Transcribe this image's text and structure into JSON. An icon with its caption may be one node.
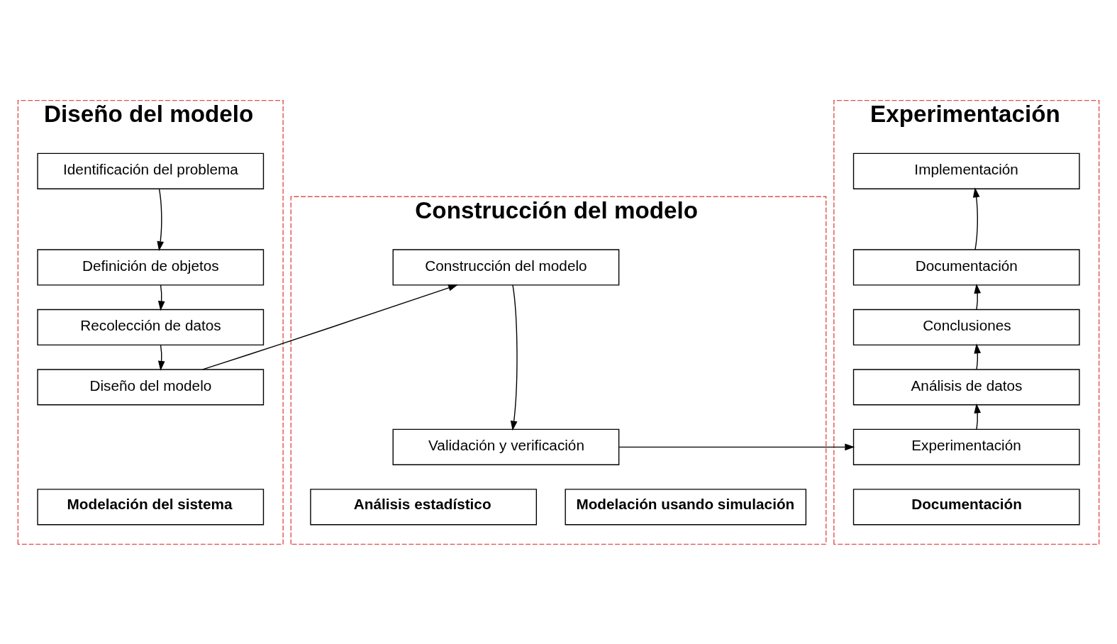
{
  "diagram": {
    "nodes": [
      {
        "text": [
          "Diseño del modelo"
        ]
      },
      {
        "text": [
          "Identificación del problema"
        ],
        "in": 0
      },
      {
        "text": [
          "Definición de objetos"
        ],
        "in": 0
      },
      {
        "text": [
          "Recolección de datos"
        ],
        "in": 0
      },
      {
        "text": [
          "Diseño del modelo"
        ],
        "in": 0
      },
      {
        "text": [
          "Modelación del sistema"
        ],
        "in": 0
      },
      {
        "text": [
          "Construcción del modelo"
        ]
      },
      {
        "text": [
          "Construcción del modelo"
        ],
        "in": 6
      },
      {
        "text": [
          "Validación y verificación"
        ],
        "in": 6
      },
      {
        "text": [
          "Análisis estadístico"
        ],
        "in": 6
      },
      {
        "text": [
          "Modelación usando simulación"
        ],
        "in": 6
      },
      {
        "text": [
          "Experimentación"
        ]
      },
      {
        "text": [
          "Implementación"
        ],
        "in": 11
      },
      {
        "text": [
          "Documentación"
        ],
        "in": 11
      },
      {
        "text": [
          "Conclusiones"
        ],
        "in": 11
      },
      {
        "text": [
          "Análisis de datos"
        ],
        "in": 11
      },
      {
        "text": [
          "Experimentación"
        ],
        "in": 11
      },
      {
        "text": [
          "Documentación"
        ],
        "in": 11
      }
    ],
    "edges": [
      {
        "from": 1,
        "to": 2,
        "arrow": "to"
      },
      {
        "from": 2,
        "to": 3,
        "arrow": "to"
      },
      {
        "from": 3,
        "to": 4,
        "arrow": "to"
      },
      {
        "from": 4,
        "to": 7,
        "arrow": "to"
      },
      {
        "from": 7,
        "to": 8,
        "arrow": "to"
      },
      {
        "from": 8,
        "to": 16,
        "arrow": "to"
      },
      {
        "from": 16,
        "to": 15,
        "arrow": "to"
      },
      {
        "from": 15,
        "to": 14,
        "arrow": "to"
      },
      {
        "from": 14,
        "to": 13,
        "arrow": "to"
      },
      {
        "from": 13,
        "to": 12,
        "arrow": "to"
      }
    ]
  }
}
